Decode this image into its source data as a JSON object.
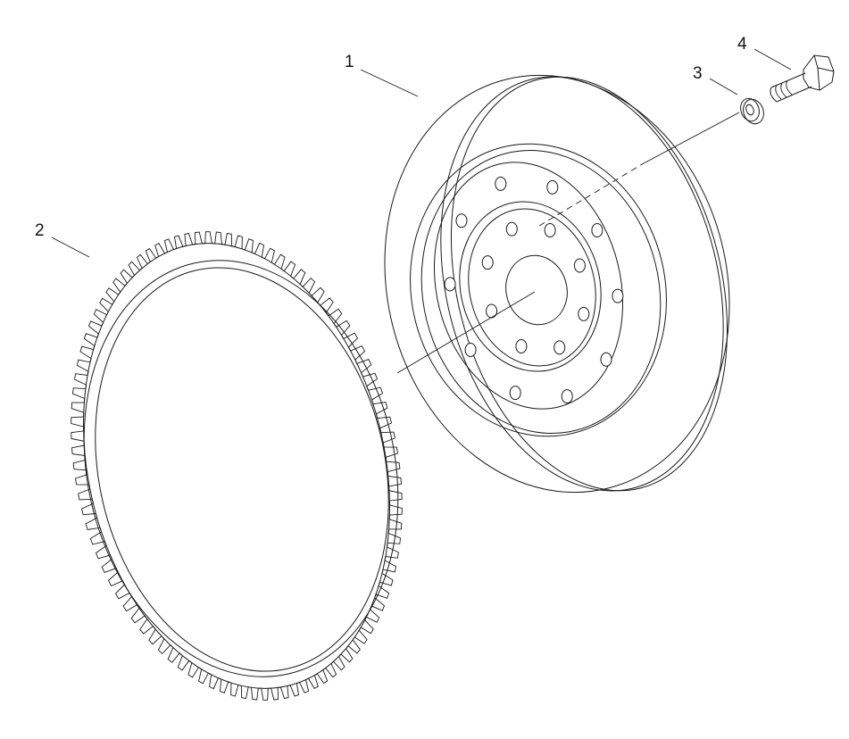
{
  "diagram": {
    "parts": [
      {
        "number": "1",
        "name": "flywheel"
      },
      {
        "number": "2",
        "name": "ring-gear"
      },
      {
        "number": "3",
        "name": "washer"
      },
      {
        "number": "4",
        "name": "bolt"
      }
    ],
    "colors": {
      "line": "#1a1a1a",
      "background": "#ffffff"
    }
  }
}
